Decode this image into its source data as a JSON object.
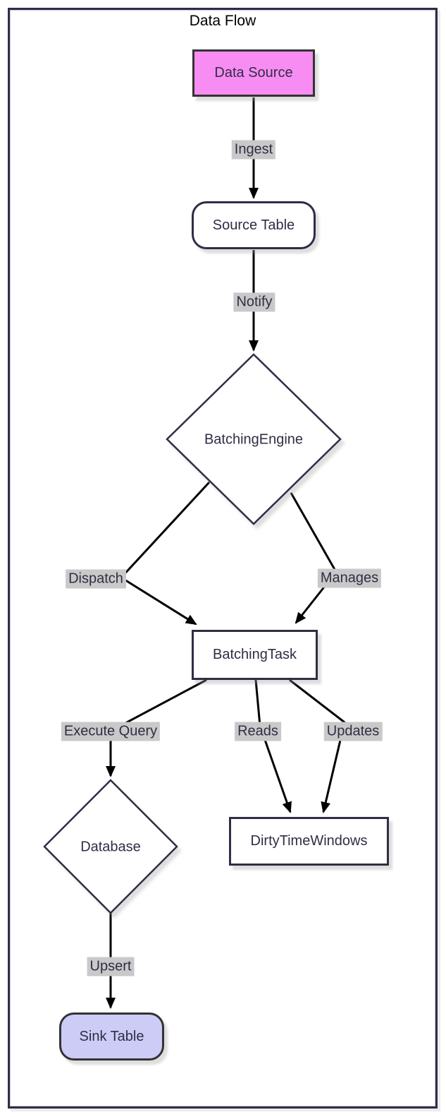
{
  "title": "Data Flow",
  "nodes": {
    "data_source": {
      "label": "Data Source",
      "shape": "rectangle",
      "fill": "#f78cf2"
    },
    "source_table": {
      "label": "Source Table",
      "shape": "rounded",
      "fill": "#ffffff"
    },
    "batching_engine": {
      "label": "BatchingEngine",
      "shape": "diamond",
      "fill": "#ffffff"
    },
    "batching_task": {
      "label": "BatchingTask",
      "shape": "rectangle",
      "fill": "#ffffff"
    },
    "database": {
      "label": "Database",
      "shape": "diamond",
      "fill": "#ffffff"
    },
    "dirty_time_windows": {
      "label": "DirtyTimeWindows",
      "shape": "rectangle",
      "fill": "#ffffff"
    },
    "sink_table": {
      "label": "Sink Table",
      "shape": "rounded",
      "fill": "#ccccf7"
    }
  },
  "edges": {
    "ingest": {
      "label": "Ingest",
      "from": "Data Source",
      "to": "Source Table"
    },
    "notify": {
      "label": "Notify",
      "from": "Source Table",
      "to": "BatchingEngine"
    },
    "dispatch": {
      "label": "Dispatch",
      "from": "BatchingEngine",
      "to": "BatchingTask"
    },
    "manages": {
      "label": "Manages",
      "from": "BatchingEngine",
      "to": "BatchingTask"
    },
    "execute_query": {
      "label": "Execute Query",
      "from": "BatchingTask",
      "to": "Database"
    },
    "reads": {
      "label": "Reads",
      "from": "BatchingTask",
      "to": "DirtyTimeWindows"
    },
    "updates": {
      "label": "Updates",
      "from": "BatchingTask",
      "to": "DirtyTimeWindows"
    },
    "upsert": {
      "label": "Upsert",
      "from": "Database",
      "to": "Sink Table"
    }
  },
  "colors": {
    "frame_border": "#2e2e45",
    "node_border": "#2e2e45",
    "emphasis_border": "#333333",
    "edge_label_bg": "#c9c9c9",
    "text": "#2e2e45",
    "title_text": "#000000",
    "arrow": "#000000"
  }
}
